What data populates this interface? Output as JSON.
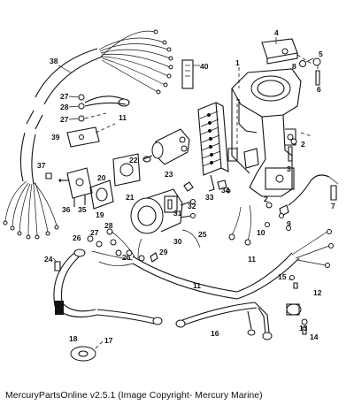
{
  "caption": "MercuryPartsOnline v2.5.1 (Image Copyright- Mercury Marine)",
  "callouts": {
    "c1": "1",
    "c2": "2",
    "c2b": "2",
    "c3": "3",
    "c4": "4",
    "c5": "5",
    "c6": "6",
    "c7": "7",
    "c8": "8",
    "c9": "9",
    "c10": "10",
    "c11a": "11",
    "c11b": "11",
    "c11c": "11",
    "c12": "12",
    "c13": "13",
    "c14": "14",
    "c15": "15",
    "c16": "16",
    "c17": "17",
    "c18": "18",
    "c19": "19",
    "c20": "20",
    "c21": "21",
    "c22": "22",
    "c23": "23",
    "c24": "24",
    "c25": "25",
    "c26a": "26",
    "c26b": "26",
    "c27a": "27",
    "c27b": "27",
    "c27c": "27",
    "c28a": "28",
    "c28b": "28",
    "c29": "29",
    "c30": "30",
    "c31": "31",
    "c32": "32",
    "c33": "33",
    "c34": "34",
    "c35": "35",
    "c36": "36",
    "c37": "37",
    "c38": "38",
    "c39": "39",
    "c40": "40"
  }
}
